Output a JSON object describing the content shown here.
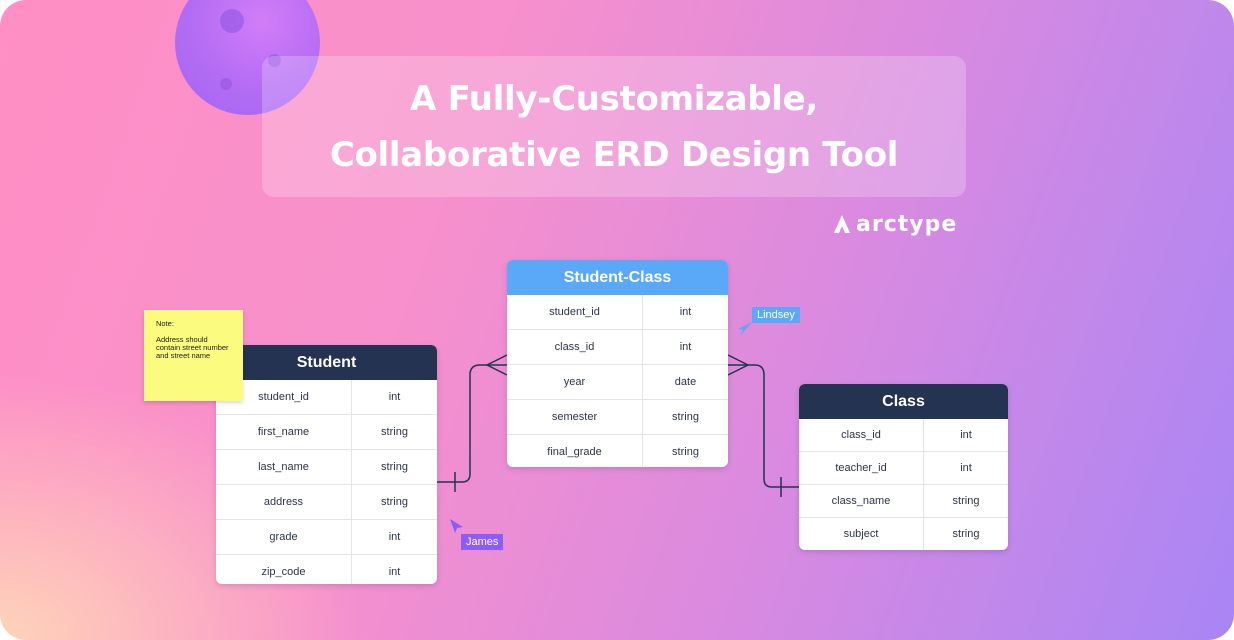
{
  "title": {
    "line1": "A Fully-Customizable,",
    "line2": "Collaborative ERD Design Tool"
  },
  "brand": {
    "name": "arctype"
  },
  "note": {
    "title": "Note:",
    "body": "Address should contain street number and street name"
  },
  "tables": {
    "student": {
      "name": "Student",
      "rows": [
        {
          "field": "student_id",
          "type": "int"
        },
        {
          "field": "first_name",
          "type": "string"
        },
        {
          "field": "last_name",
          "type": "string"
        },
        {
          "field": "address",
          "type": "string"
        },
        {
          "field": "grade",
          "type": "int"
        },
        {
          "field": "zip_code",
          "type": "int"
        }
      ]
    },
    "student_class": {
      "name": "Student-Class",
      "rows": [
        {
          "field": "student_id",
          "type": "int"
        },
        {
          "field": "class_id",
          "type": "int"
        },
        {
          "field": "year",
          "type": "date"
        },
        {
          "field": "semester",
          "type": "string"
        },
        {
          "field": "final_grade",
          "type": "string"
        }
      ]
    },
    "class": {
      "name": "Class",
      "rows": [
        {
          "field": "class_id",
          "type": "int"
        },
        {
          "field": "teacher_id",
          "type": "int"
        },
        {
          "field": "class_name",
          "type": "string"
        },
        {
          "field": "subject",
          "type": "string"
        }
      ]
    }
  },
  "cursors": {
    "lindsey": {
      "name": "Lindsey",
      "color": "#5aa8f8"
    },
    "james": {
      "name": "James",
      "color": "#8d5cf6"
    }
  },
  "colors": {
    "table_header_dark": "#243352",
    "table_header_blue": "#5aa8f8",
    "connector": "#243352",
    "note_bg": "#fbfb7f"
  }
}
